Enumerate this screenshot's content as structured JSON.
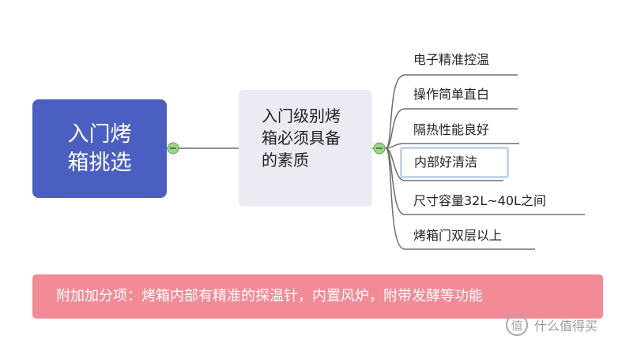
{
  "root": {
    "label": "入门烤箱挑选"
  },
  "middle": {
    "label": "入门级别烤箱必须具备的素质"
  },
  "leaves": [
    {
      "label": "电子精准控温"
    },
    {
      "label": "操作简单直白"
    },
    {
      "label": "隔热性能良好"
    },
    {
      "label": "内部好清洁"
    },
    {
      "label": "尺寸容量32L~40L之间"
    },
    {
      "label": "烤箱门双层以上"
    }
  ],
  "banner": {
    "text": "附加加分项：烤箱内部有精准的探温针，内置风炉，附带发酵等功能"
  },
  "watermark": {
    "text": "什么值得买"
  },
  "colors": {
    "root": "#4a5fc1",
    "middle": "#ebebf3",
    "banner": "#f28b96",
    "connector": "#6e6e6e",
    "toggle": "#9bd58a",
    "selection": "#c2d6ef"
  }
}
